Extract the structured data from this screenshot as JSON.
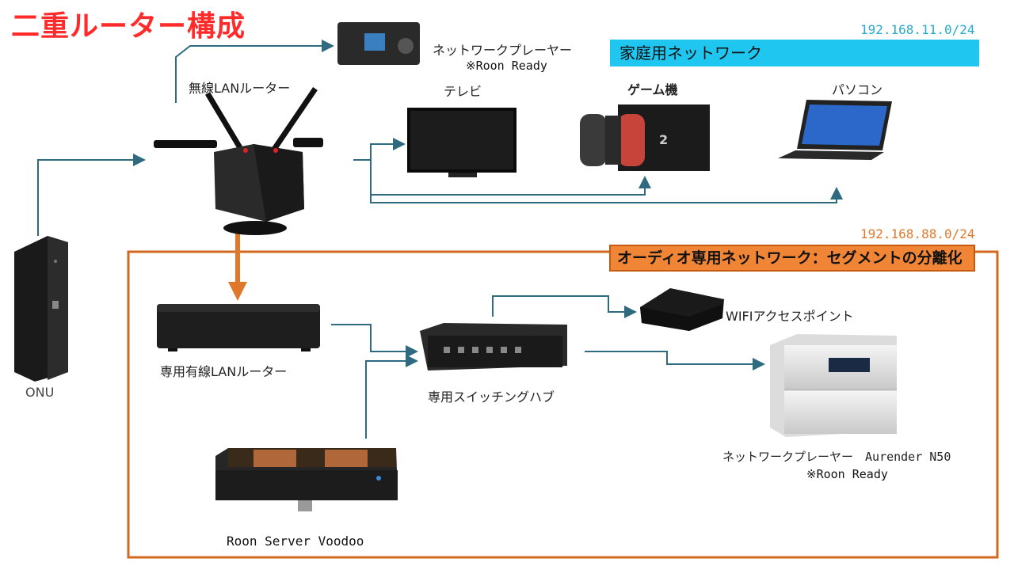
{
  "title": "二重ルーター構成",
  "home_network": {
    "subnet": "192.168.11.0/24",
    "banner": "家庭用ネットワーク",
    "router_label": "無線LANルーター",
    "player_label": "ネットワークプレーヤー",
    "player_roon": "※Roon Ready",
    "tv_label": "テレビ",
    "game_label": "ゲーム機",
    "pc_label": "パソコン"
  },
  "onu_label": "ONU",
  "audio_network": {
    "subnet": "192.168.88.0/24",
    "banner": "オーディオ専用ネットワーク：セグメントの分離化",
    "router_label": "専用有線LANルーター",
    "hub_label": "専用スイッチングハブ",
    "ap_label": "WIFIアクセスポイント",
    "server_label": "Roon Server Voodoo",
    "player_label": "ネットワークプレーヤー　Aurender N50",
    "player_roon": "※Roon Ready"
  },
  "colors": {
    "title": "#ff2a2a",
    "home_banner": "#1fc6f0",
    "audio_banner": "#f08536",
    "audio_border": "#d2691e",
    "wire": "#2f6b80"
  }
}
